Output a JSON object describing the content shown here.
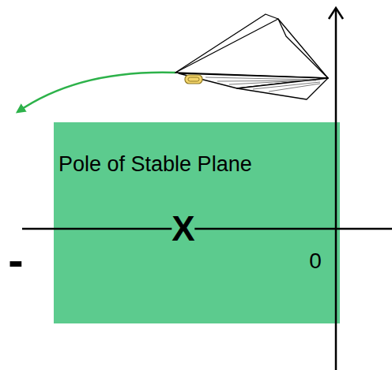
{
  "diagram": {
    "nodes": [
      {
        "text": [
          "Pole of Stable Plane"
        ]
      }
    ],
    "labels": [
      "X",
      "-",
      "0"
    ]
  }
}
